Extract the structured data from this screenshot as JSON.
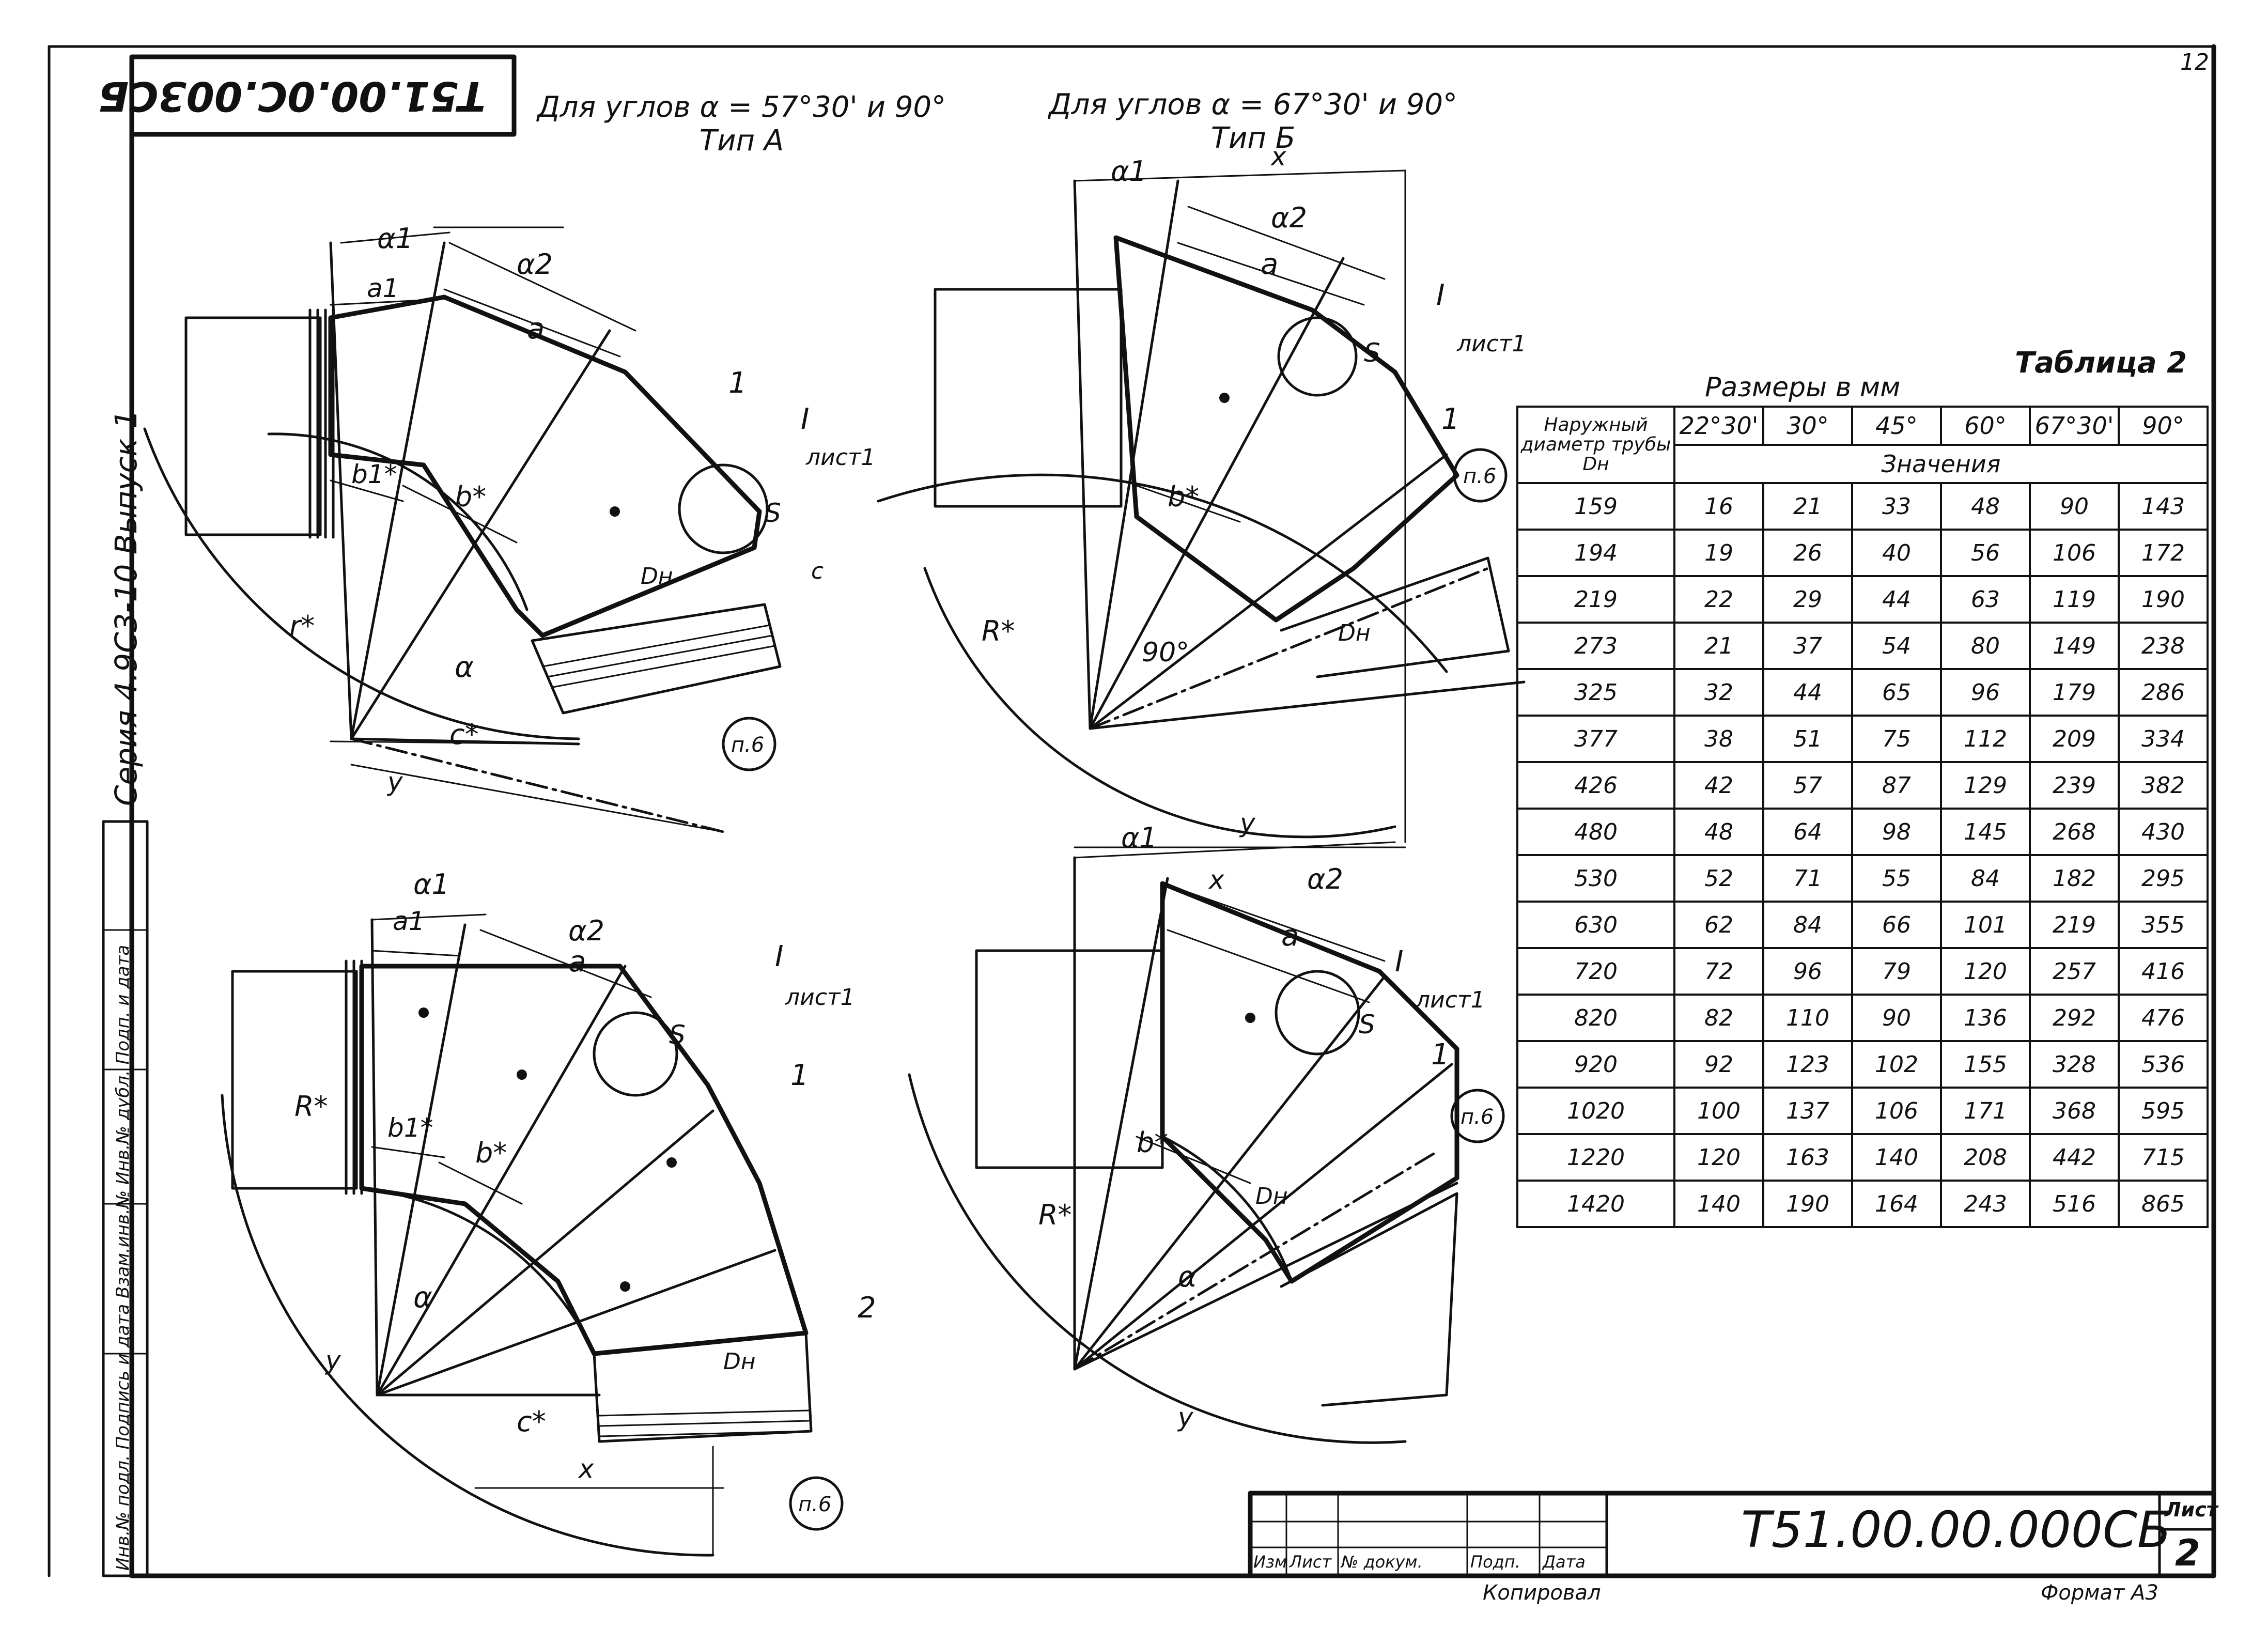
{
  "page_number": "12",
  "series_label": "Серия 4.9С3-10 Выпуск 1",
  "corner_code_mirrored": "Т51.00.0С.003СБ",
  "header_left": {
    "line1": "Для углов α = 57°30' и 90°",
    "line2": "Тип А"
  },
  "header_right": {
    "line1": "Для углов α = 67°30' и 90°",
    "line2": "Тип Б"
  },
  "stamp_left_column": "Инв.№ подл.   Подпись и дата   Взам.инв.№   Инв.№ дубл.   Подп. и дата",
  "labels": {
    "d1": "α1",
    "d2": "α2",
    "a": "a",
    "a1": "a1",
    "b": "b*",
    "b1": "b1*",
    "c": "c*",
    "r": "r*",
    "R": "R*",
    "DH": "Dн",
    "S": "S",
    "x": "x",
    "y": "y",
    "alpha": "α",
    "ninety": "90°",
    "mark1": "1",
    "mark2": "2",
    "c_small": "c",
    "view": "I",
    "sheet_ref": "лист1",
    "note": "п.6"
  },
  "table": {
    "caption": "Таблица 2",
    "units": "Размеры в мм",
    "row_header": "Наружный диаметр трубы Dн",
    "values_header": "Значения",
    "columns": [
      "22°30'",
      "30°",
      "45°",
      "60°",
      "67°30'",
      "90°"
    ],
    "rows": [
      [
        "159",
        "16",
        "21",
        "33",
        "48",
        "90",
        "143"
      ],
      [
        "194",
        "19",
        "26",
        "40",
        "56",
        "106",
        "172"
      ],
      [
        "219",
        "22",
        "29",
        "44",
        "63",
        "119",
        "190"
      ],
      [
        "273",
        "21",
        "37",
        "54",
        "80",
        "149",
        "238"
      ],
      [
        "325",
        "32",
        "44",
        "65",
        "96",
        "179",
        "286"
      ],
      [
        "377",
        "38",
        "51",
        "75",
        "112",
        "209",
        "334"
      ],
      [
        "426",
        "42",
        "57",
        "87",
        "129",
        "239",
        "382"
      ],
      [
        "480",
        "48",
        "64",
        "98",
        "145",
        "268",
        "430"
      ],
      [
        "530",
        "52",
        "71",
        "55",
        "84",
        "182",
        "295"
      ],
      [
        "630",
        "62",
        "84",
        "66",
        "101",
        "219",
        "355"
      ],
      [
        "720",
        "72",
        "96",
        "79",
        "120",
        "257",
        "416"
      ],
      [
        "820",
        "82",
        "110",
        "90",
        "136",
        "292",
        "476"
      ],
      [
        "920",
        "92",
        "123",
        "102",
        "155",
        "328",
        "536"
      ],
      [
        "1020",
        "100",
        "137",
        "106",
        "171",
        "368",
        "595"
      ],
      [
        "1220",
        "120",
        "163",
        "140",
        "208",
        "442",
        "715"
      ],
      [
        "1420",
        "140",
        "190",
        "164",
        "243",
        "516",
        "865"
      ]
    ]
  },
  "title_block": {
    "designation": "Т51.00.00.000СБ",
    "cols": [
      "Изм",
      "Лист",
      "№ докум.",
      "Подп.",
      "Дата"
    ],
    "sheet_label": "Лист",
    "sheet_no": "2",
    "copied": "Копировал",
    "format": "Формат А3"
  }
}
